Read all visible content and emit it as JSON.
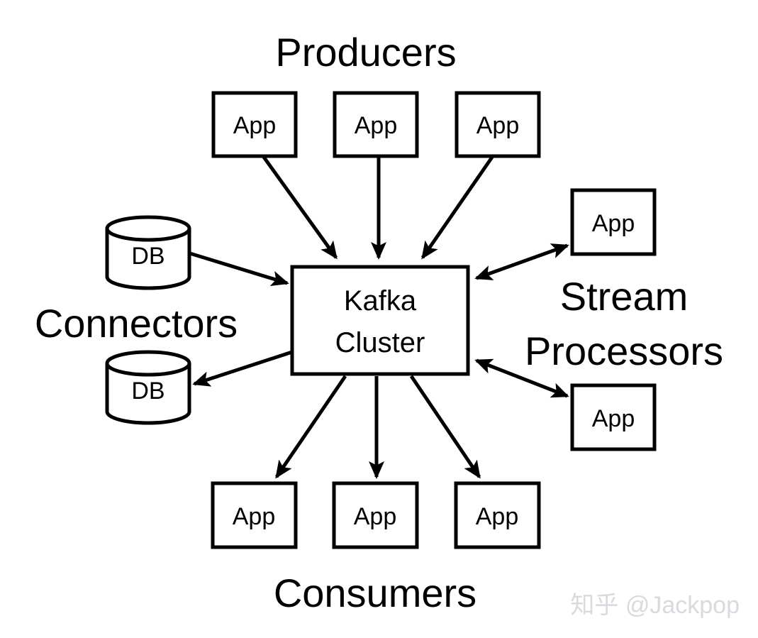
{
  "diagram": {
    "title_visible": false,
    "background_color": "#ffffff",
    "stroke_color": "#000000",
    "groups": {
      "producers": {
        "label": "Producers"
      },
      "connectors": {
        "label": "Connectors"
      },
      "stream_processors": {
        "label_line1": "Stream",
        "label_line2": "Processors"
      },
      "consumers": {
        "label": "Consumers"
      }
    },
    "center": {
      "label_line1": "Kafka",
      "label_line2": "Cluster"
    },
    "producer_apps": [
      {
        "label": "App"
      },
      {
        "label": "App"
      },
      {
        "label": "App"
      }
    ],
    "consumer_apps": [
      {
        "label": "App"
      },
      {
        "label": "App"
      },
      {
        "label": "App"
      }
    ],
    "stream_apps": [
      {
        "label": "App"
      },
      {
        "label": "App"
      }
    ],
    "connector_dbs": [
      {
        "label": "DB"
      },
      {
        "label": "DB"
      }
    ],
    "watermark": {
      "text": "知乎 @Jackpop",
      "color": "#d8dade"
    }
  }
}
